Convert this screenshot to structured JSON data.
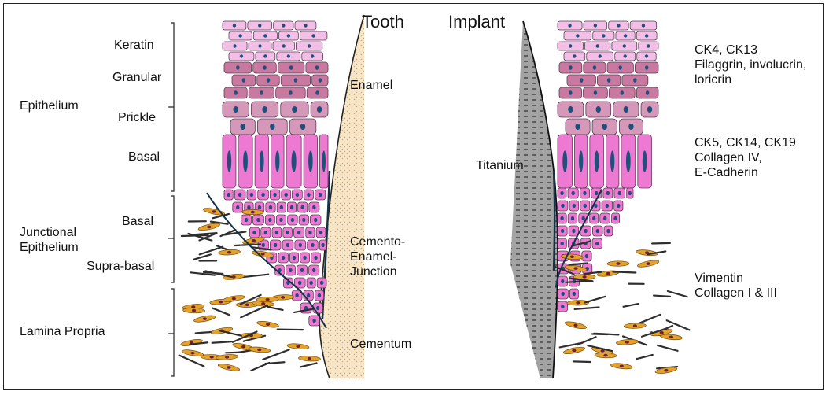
{
  "titles": {
    "tooth": "Tooth",
    "implant": "Implant"
  },
  "layers": {
    "keratin": "Keratin",
    "granular": "Granular",
    "prickle": "Prickle",
    "basal": "Basal",
    "epithelium": "Epithelium",
    "je_basal": "Basal",
    "je_line1": "Junctional",
    "je_line2": "Epithelium",
    "supra_basal": "Supra-basal",
    "lamina_propria": "Lamina Propria"
  },
  "tooth_labels": {
    "enamel": "Enamel",
    "cej_line1": "Cemento-",
    "cej_line2": "Enamel-",
    "cej_line3": "Junction",
    "cementum": "Cementum"
  },
  "implant_labels": {
    "titanium": "Titanium"
  },
  "markers": {
    "group1_line1": "CK4, CK13",
    "group1_line2": "Filaggrin, involucrin,",
    "group1_line3": "loricrin",
    "group2_line1": "CK5, CK14, CK19",
    "group2_line2": "Collagen IV,",
    "group2_line3": "E-Cadherin",
    "group3_line1": "Vimentin",
    "group3_line2": "Collagen I & III"
  },
  "colors": {
    "keratin_cell": "#f3bfe6",
    "granular_cell": "#c9799f",
    "prickle_cell": "#d698b8",
    "basal_cell": "#ee79d2",
    "nucleus": "#1f4f7a",
    "enamel": "#f7e6c8",
    "titanium": "#a3a3a3",
    "fibroblast": "#e3a22a",
    "desmosome": "#2f9a3d"
  }
}
